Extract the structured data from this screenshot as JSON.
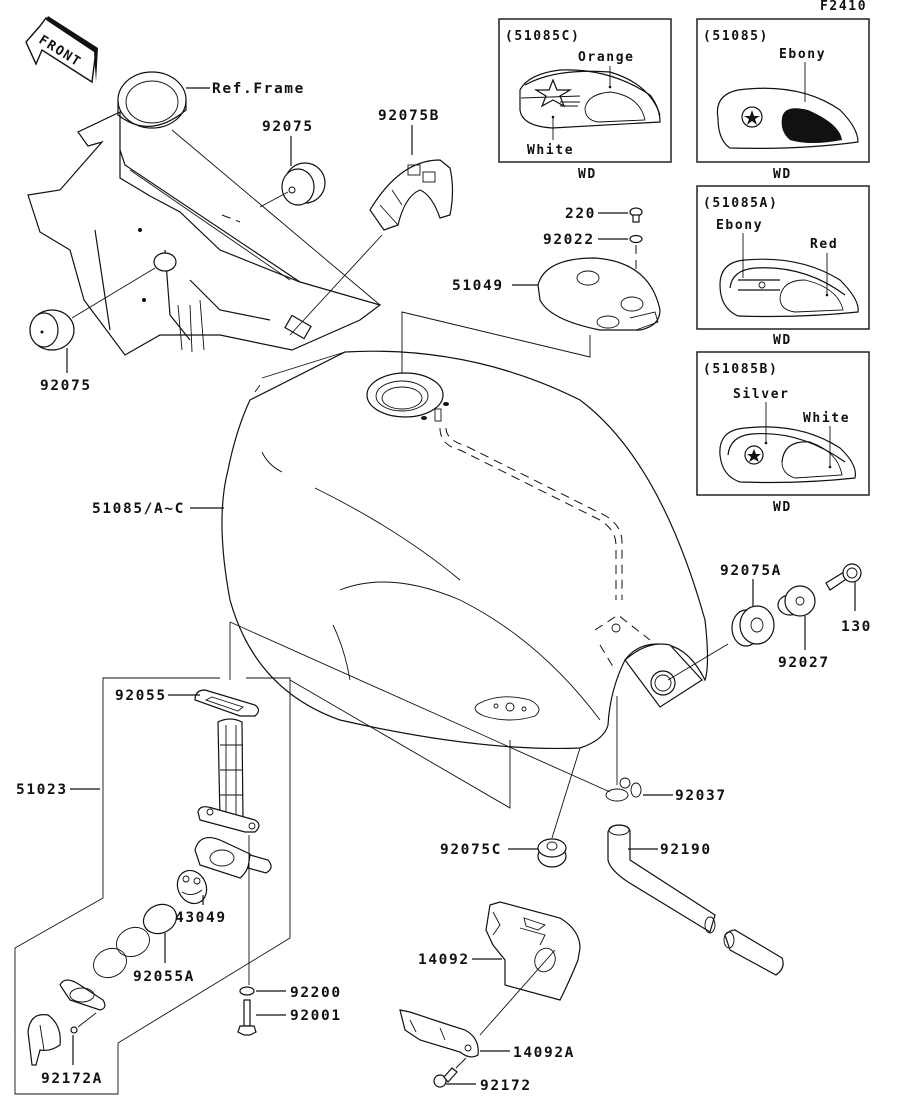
{
  "diagram": {
    "figure_code": "F2410",
    "front_arrow": "FRONT",
    "ref_frame": "Ref.Frame",
    "parts": {
      "p92075_top": "92075",
      "p92075_left": "92075",
      "p92075B": "92075B",
      "p220": "220",
      "p92022": "92022",
      "p51049": "51049",
      "p51085AC": "51085/A~C",
      "p92075A": "92075A",
      "p92027": "92027",
      "p130": "130",
      "p92037": "92037",
      "p92055": "92055",
      "p51023": "51023",
      "p43049": "43049",
      "p92055A": "92055A",
      "p92200": "92200",
      "p92001": "92001",
      "p92172A": "92172A",
      "p92075C": "92075C",
      "p92190": "92190",
      "p14092": "14092",
      "p14092A": "14092A",
      "p92172": "92172"
    },
    "variants": [
      {
        "code": "(51085C)",
        "colors": [
          "Orange",
          "White"
        ],
        "market": "WD"
      },
      {
        "code": "(51085)",
        "colors": [
          "Ebony"
        ],
        "market": "WD"
      },
      {
        "code": "(51085A)",
        "colors": [
          "Ebony",
          "Red"
        ],
        "market": "WD"
      },
      {
        "code": "(51085B)",
        "colors": [
          "Silver",
          "White"
        ],
        "market": "WD"
      }
    ]
  }
}
